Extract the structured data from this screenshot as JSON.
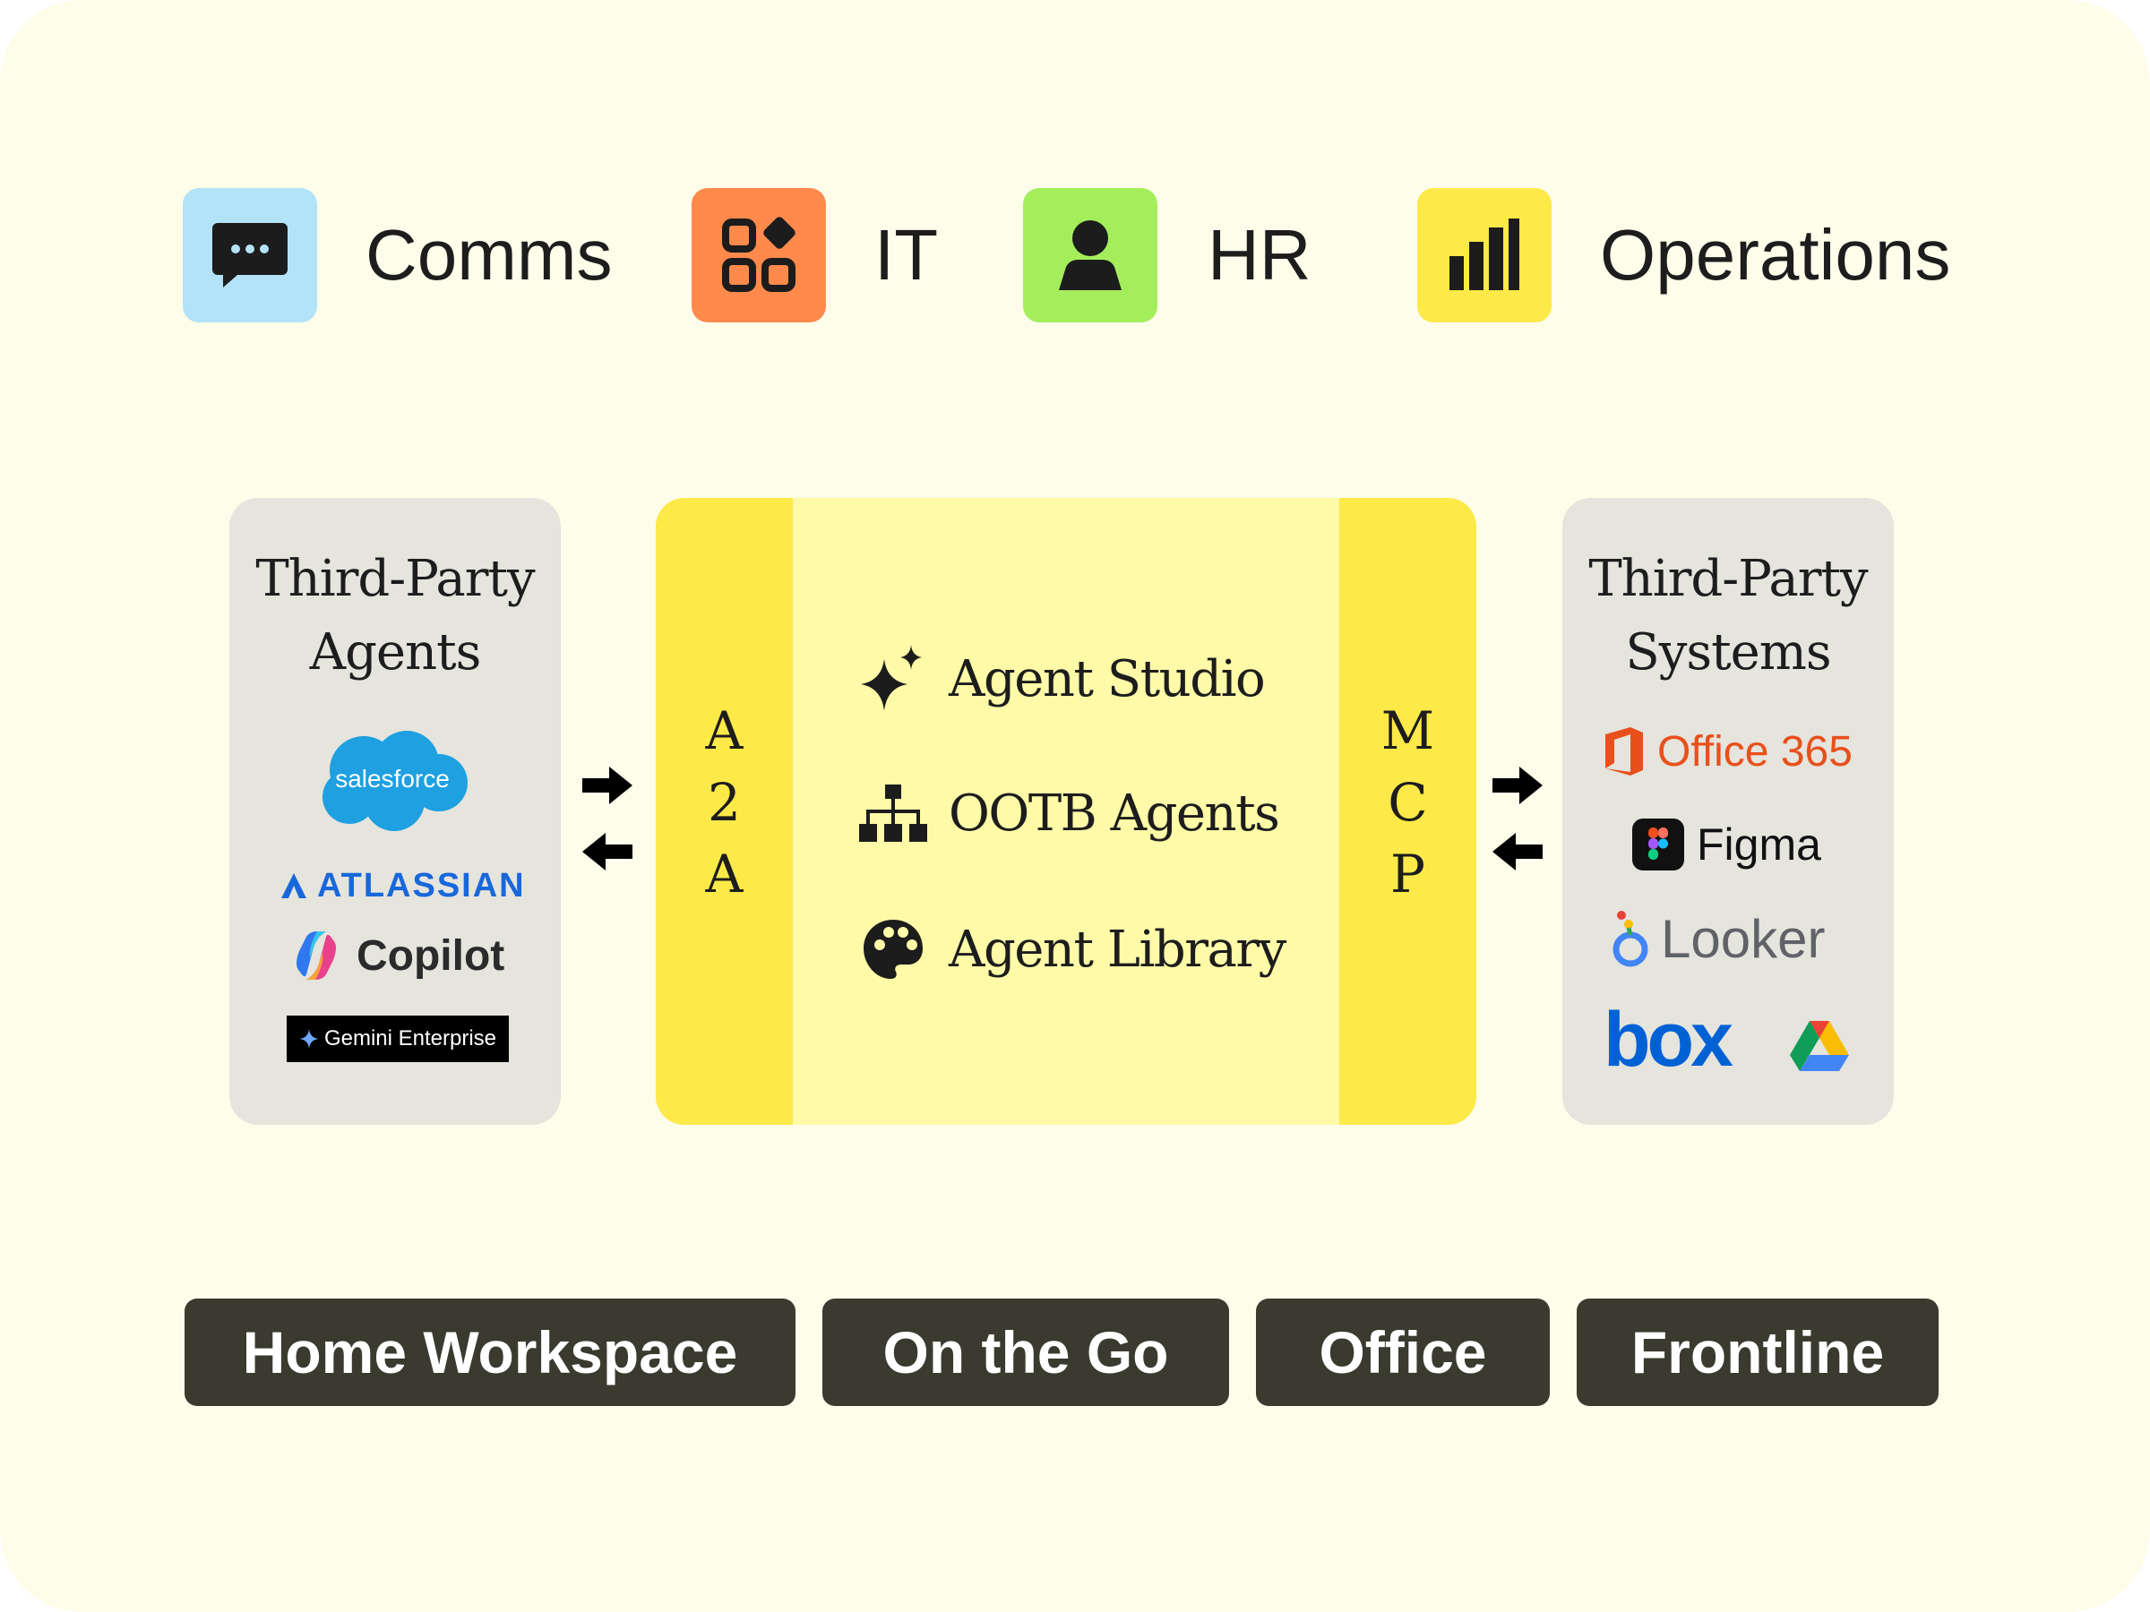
{
  "categories": [
    {
      "label": "Comms",
      "icon": "chat-bubble-icon",
      "color": "#b3e3f8"
    },
    {
      "label": "IT",
      "icon": "apps-grid-icon",
      "color": "#ff8a4c"
    },
    {
      "label": "HR",
      "icon": "person-icon",
      "color": "#a4ee5c"
    },
    {
      "label": "Operations",
      "icon": "bar-chart-icon",
      "color": "#fde948"
    }
  ],
  "left_panel": {
    "title_line1": "Third-Party",
    "title_line2": "Agents",
    "logos": [
      {
        "name": "salesforce",
        "text": "salesforce",
        "color": "#1ea0e1"
      },
      {
        "name": "atlassian",
        "text": "ATLASSIAN",
        "color": "#1868db"
      },
      {
        "name": "copilot",
        "text": "Copilot",
        "color": "#2b2b2b"
      },
      {
        "name": "gemini-enterprise",
        "text": "Gemini Enterprise",
        "color": "#000000"
      }
    ]
  },
  "core": {
    "left_band": [
      "A",
      "2",
      "A"
    ],
    "right_band": [
      "M",
      "C",
      "P"
    ],
    "items": [
      {
        "label": "Agent Studio",
        "icon": "sparkle-icon"
      },
      {
        "label": "OOTB Agents",
        "icon": "hierarchy-icon"
      },
      {
        "label": "Agent Library",
        "icon": "palette-icon"
      }
    ],
    "band_color": "#fde948",
    "fill_color": "#fefaa8"
  },
  "right_panel": {
    "title_line1": "Third-Party",
    "title_line2": "Systems",
    "logos": [
      {
        "name": "office-365",
        "text": "Office 365",
        "color": "#e8501b"
      },
      {
        "name": "figma",
        "text": "Figma",
        "color": "#111111"
      },
      {
        "name": "looker",
        "text": "Looker",
        "color": "#5f6368"
      },
      {
        "name": "box",
        "text": "box",
        "color": "#0061d5"
      },
      {
        "name": "google-drive",
        "icon": "google-drive-icon"
      }
    ]
  },
  "bottom_pills": [
    "Home Workspace",
    "On the Go",
    "Office",
    "Frontline"
  ]
}
